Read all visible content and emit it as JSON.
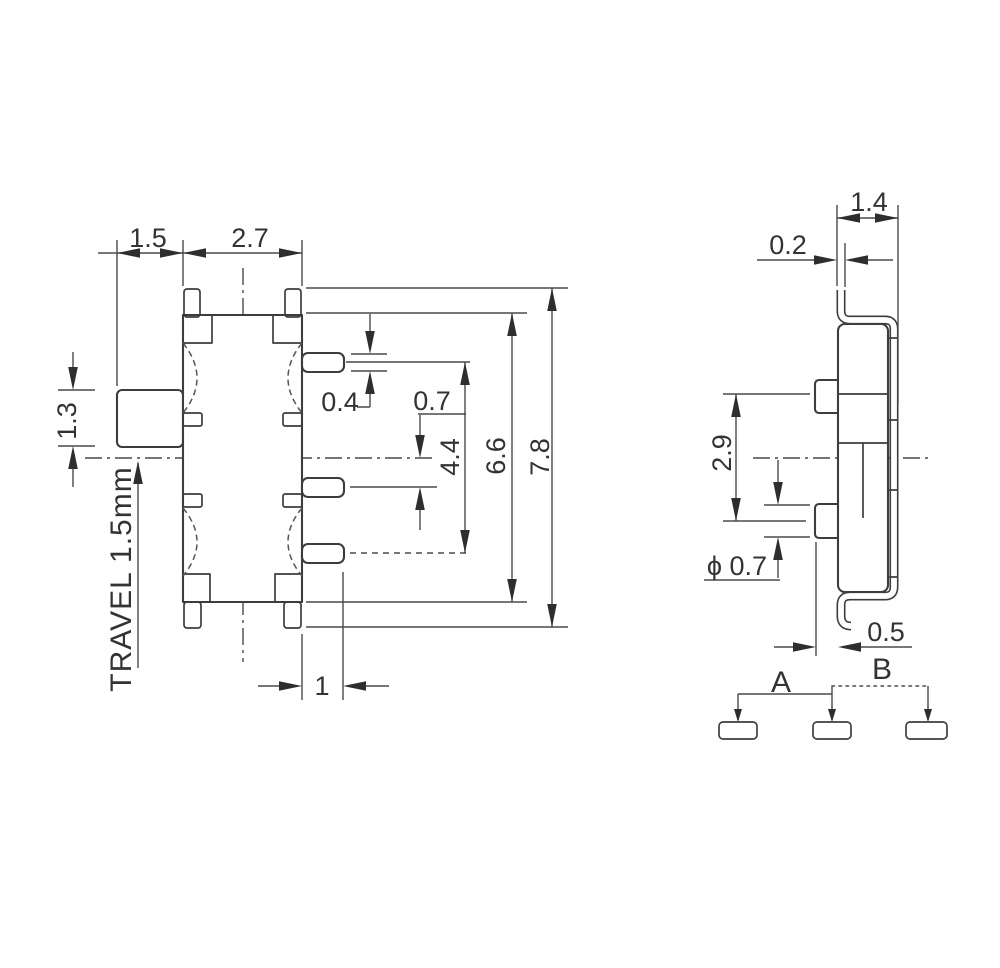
{
  "colors": {
    "line": "#3d3d3d",
    "dimension_line": "#4a4a4a",
    "text": "#333333",
    "background": "#ffffff"
  },
  "front_view": {
    "dim_knob_length": "1.5",
    "dim_body_width": "2.7",
    "dim_knob_height": "1.3",
    "travel_note": "TRAVEL 1.5mm",
    "dim_terminal_thickness": "0.4",
    "dim_terminal_offset": "0.7",
    "dim_terminal_span": "4.4",
    "dim_body_height": "6.6",
    "dim_overall_height": "7.8",
    "dim_terminal_length": "1"
  },
  "side_view": {
    "dim_top_width": "1.4",
    "dim_bracket_thickness": "0.2",
    "dim_pin_pitch": "2.9",
    "dim_pin_diameter": "ϕ 0.7",
    "dim_foot_offset": "0.5"
  },
  "schematic": {
    "label_a": "A",
    "label_b": "B"
  }
}
